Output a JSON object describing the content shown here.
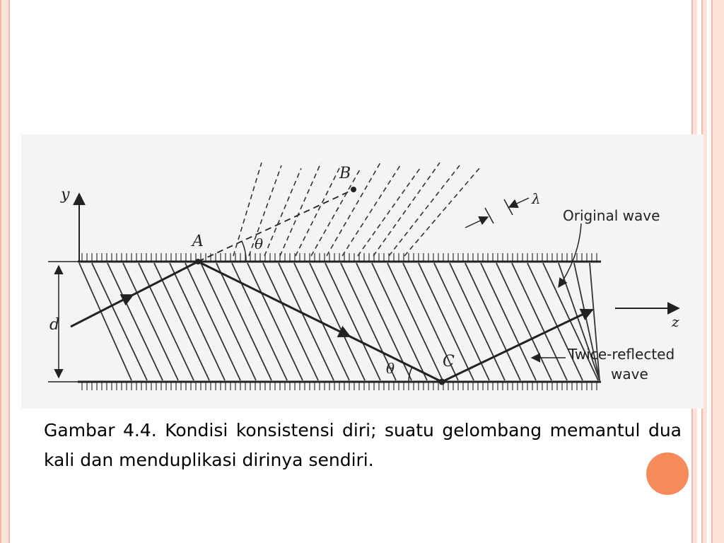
{
  "caption": "Gambar 4.4. Kondisi konsistensi diri; suatu gelombang memantul dua kali dan menduplikasi dirinya sendiri.",
  "diagram": {
    "label_y": "y",
    "label_z": "z",
    "label_d": "d",
    "label_A": "A",
    "label_B": "B",
    "label_C": "C",
    "label_theta_top": "θ",
    "label_theta_bottom": "θ",
    "label_lambda": "λ",
    "label_original": "Original wave",
    "label_twice_1": "Twice-reflected",
    "label_twice_2": "wave"
  },
  "colors": {
    "accent_dot": "#f58a5b",
    "frame": "#f4b8a4",
    "frame_fill": "#fbe3da",
    "figure_bg": "#f4f4f2",
    "ink": "#222222"
  }
}
